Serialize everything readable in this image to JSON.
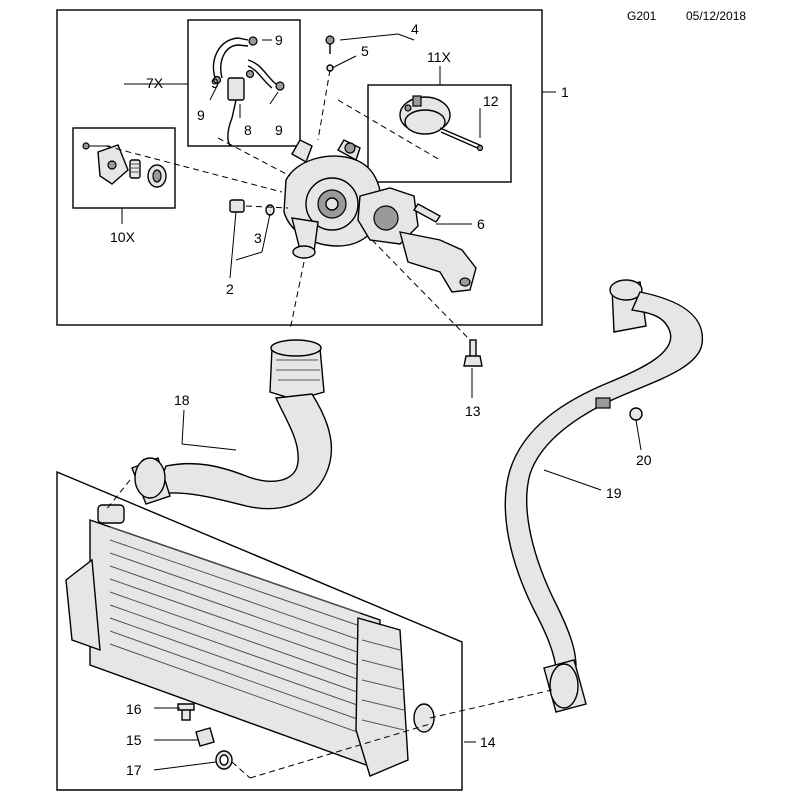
{
  "header": {
    "code": "G201",
    "date": "05/12/2018"
  },
  "callouts": {
    "c1": "1",
    "c2": "2",
    "c3": "3",
    "c4": "4",
    "c5": "5",
    "c6": "6",
    "c7x": "7X",
    "c8": "8",
    "c9a": "9",
    "c9b": "9",
    "c9c": "9",
    "c9d": "9",
    "c10x": "10X",
    "c11x": "11X",
    "c12": "12",
    "c13": "13",
    "c14": "14",
    "c15": "15",
    "c16": "16",
    "c17": "17",
    "c18": "18",
    "c19": "19",
    "c20": "20"
  }
}
